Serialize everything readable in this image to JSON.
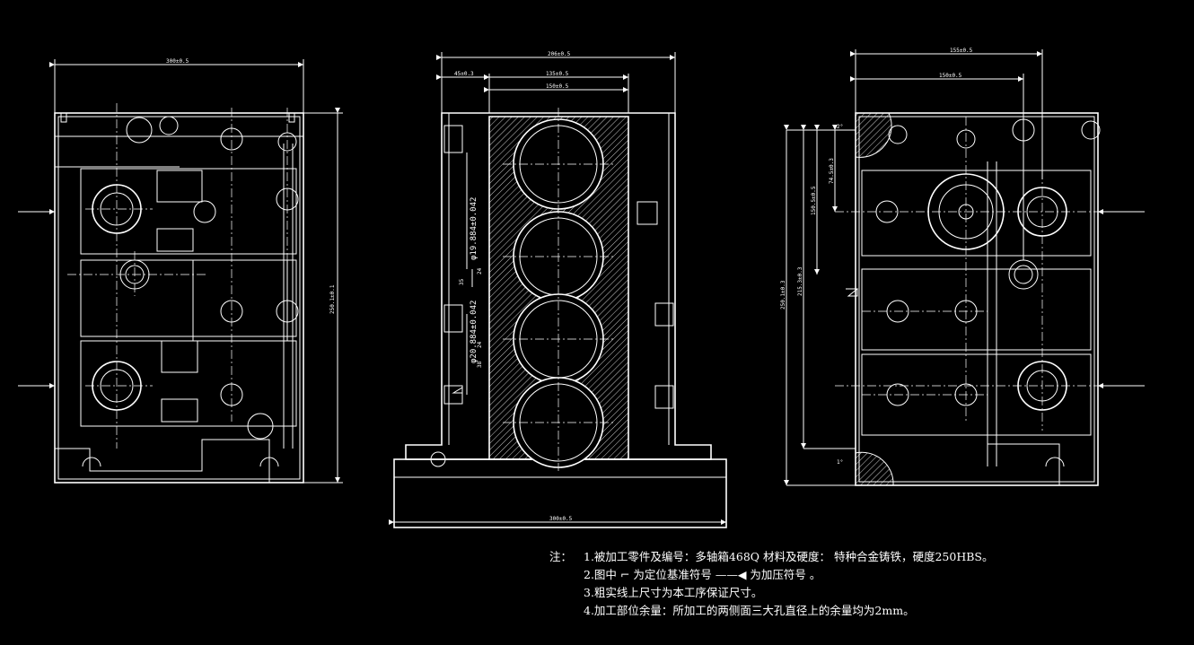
{
  "views": {
    "left": {
      "dims": {
        "top_width": "300±0.5",
        "right_height": "250.1±0.1"
      }
    },
    "center": {
      "dims": {
        "top_overall": "206±0.5",
        "top_left": "45±0.3",
        "top_mid": "135±0.5",
        "top_inner": "150±0.5",
        "bottom_overall": "300±0.5",
        "bore_upper": "φ19.884±0.042",
        "bore_lower": "φ20.884±0.042",
        "small_a": "24",
        "small_b": "35",
        "small_c": "24",
        "small_d": "38"
      }
    },
    "right": {
      "dims": {
        "top_width": "155±0.5",
        "top_inner": "150±0.5",
        "v_short": "74.5±0.3",
        "v_mid": "150.5±0.5",
        "v_long": "215.3±0.3",
        "v_overall": "250.1±0.3",
        "angle_mark": "2°",
        "bottom_mark": "1°"
      }
    }
  },
  "notes": {
    "prefix": "注：",
    "lines": [
      "1.被加工零件及编号：多轴箱468Q 材料及硬度： 特种合金铸铁，硬度250HBS。",
      "2.图中 ⌐  为定位基准符号 ——◀     为加压符号  。",
      "3.粗实线上尺寸为本工序保证尺寸。",
      "4.加工部位余量：所加工的两侧面三大孔直径上的余量均为2mm。"
    ]
  },
  "colors": {
    "background": "#000000",
    "lines": "#ffffff"
  }
}
